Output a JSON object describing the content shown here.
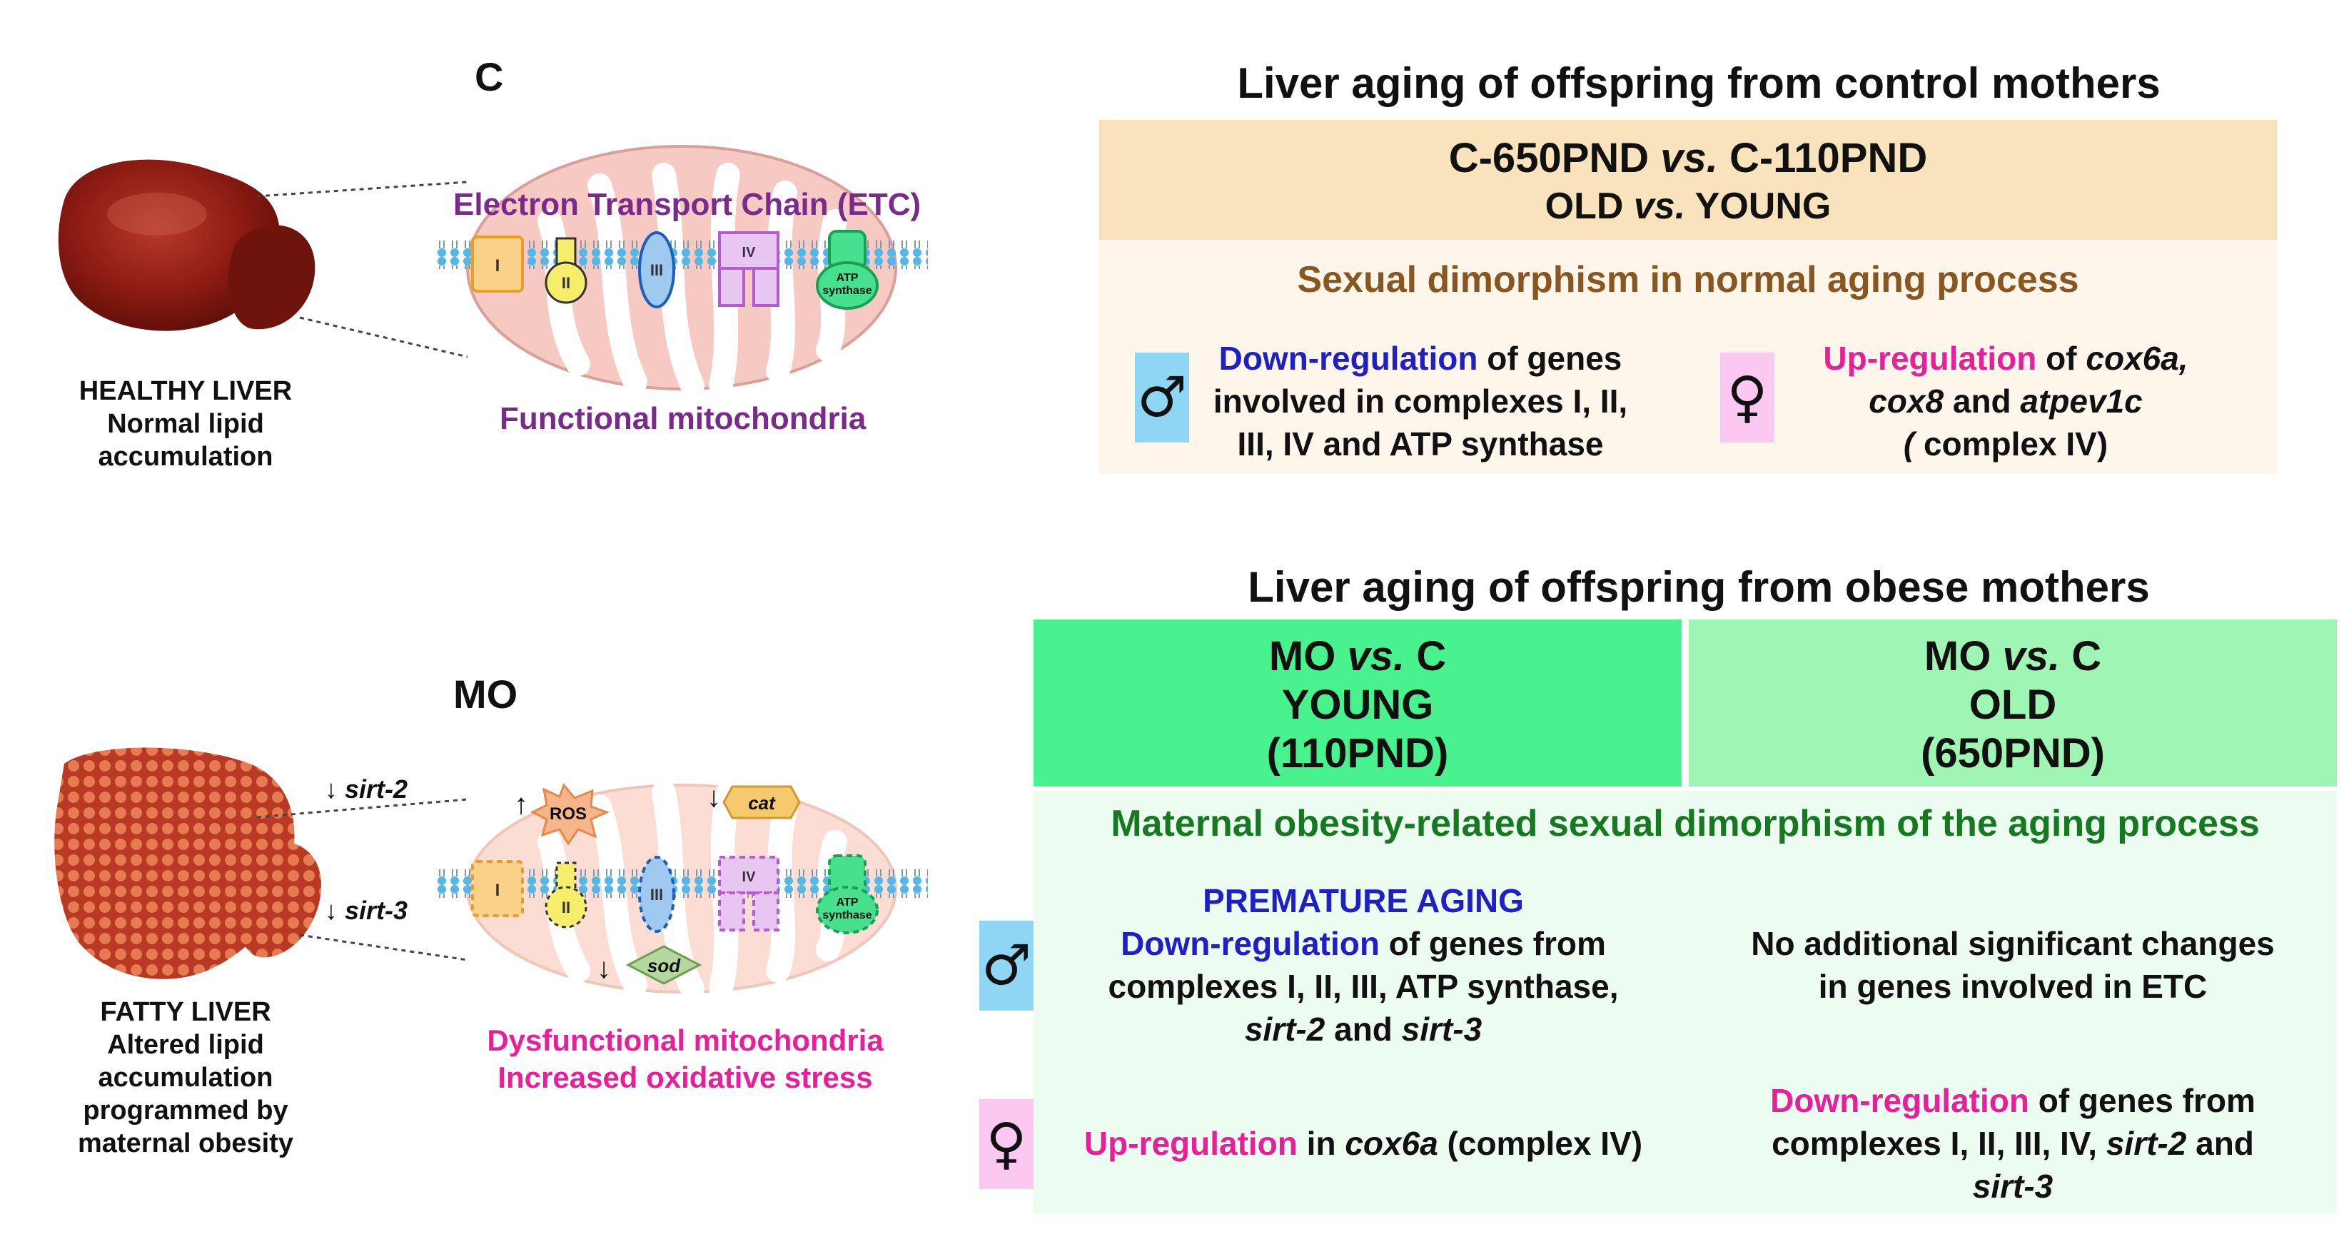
{
  "left": {
    "control_tag": "C",
    "mo_tag": "MO",
    "healthy_liver": [
      "HEALTHY LIVER",
      "Normal lipid",
      "accumulation"
    ],
    "fatty_liver": [
      "FATTY LIVER",
      "Altered lipid",
      "accumulation",
      "programmed by",
      "maternal obesity"
    ],
    "etc_title": "Electron Transport Chain (ETC)",
    "functional": "Functional mitochondria",
    "dysfunctional": [
      "Dysfunctional mitochondria",
      "Increased oxidative stress"
    ],
    "complexes": [
      "I",
      "II",
      "III",
      "IV",
      "ATP",
      "synthase"
    ],
    "markers": {
      "ros": "ROS",
      "cat": "cat",
      "sod": "sod",
      "sirt2": "sirt-2",
      "sirt3": "sirt-3"
    }
  },
  "top_panel": {
    "title": "Liver aging of offspring from control mothers",
    "comparison_line1_a": "C-650PND ",
    "comparison_line1_vs": "vs.",
    "comparison_line1_b": " C-110PND",
    "comparison_line2_a": "OLD ",
    "comparison_line2_vs": "vs.",
    "comparison_line2_b": " YOUNG",
    "subtitle": "Sexual dimorphism in normal aging process",
    "male_symbol": "♂",
    "female_symbol": "♀",
    "male_hl": "Down-regulation",
    "male_text_1": " of genes",
    "male_text_2": "involved in complexes I, II,",
    "male_text_3": "III, IV and ATP synthase",
    "female_hl": "Up-regulation",
    "female_text_1": " of ",
    "female_gene_1": "cox6a,",
    "female_gene_2": "cox8",
    "female_text_2": " and ",
    "female_gene_3": "atpev1c",
    "female_text_3_italic": "(",
    "female_text_3": " complex IV)"
  },
  "bottom_panel": {
    "title": "Liver aging of offspring from obese mothers",
    "col1": {
      "l1a": "MO ",
      "vs": "vs.",
      "l1b": " C",
      "l2": "YOUNG",
      "l3": "(110PND)"
    },
    "col2": {
      "l1a": "MO ",
      "vs": "vs.",
      "l1b": " C",
      "l2": "OLD",
      "l3": "(650PND)"
    },
    "subtitle": "Maternal obesity-related sexual dimorphism of the aging process",
    "male_symbol": "♂",
    "female_symbol": "♀",
    "male_young_head": "PREMATURE AGING",
    "male_young_hl": "Down-regulation",
    "male_young_t1": " of genes from",
    "male_young_t2": "complexes I, II, III, ATP synthase,",
    "male_young_g1": "sirt-2",
    "male_young_and": " and ",
    "male_young_g2": "sirt-3",
    "male_old_t1": "No additional significant changes",
    "male_old_t2": "in genes involved in ETC",
    "female_young_hl": "Up-regulation",
    "female_young_t1": " in ",
    "female_young_g": "cox6a",
    "female_young_t2": " (complex IV)",
    "female_old_hl": "Down-regulation",
    "female_old_t1": " of genes from",
    "female_old_t2": "complexes I, II, III, IV, ",
    "female_old_g1": "sirt-2",
    "female_old_and": " and",
    "female_old_g2": "sirt-3"
  },
  "colors": {
    "top_header": "#f9e3bd",
    "top_body": "#fef6ea",
    "young_header": "#47f28f",
    "old_header": "#9ff5b4",
    "bottom_body": "#edfcf0",
    "male_box": "#8fd6f4",
    "female_box": "#fbc8f2"
  }
}
